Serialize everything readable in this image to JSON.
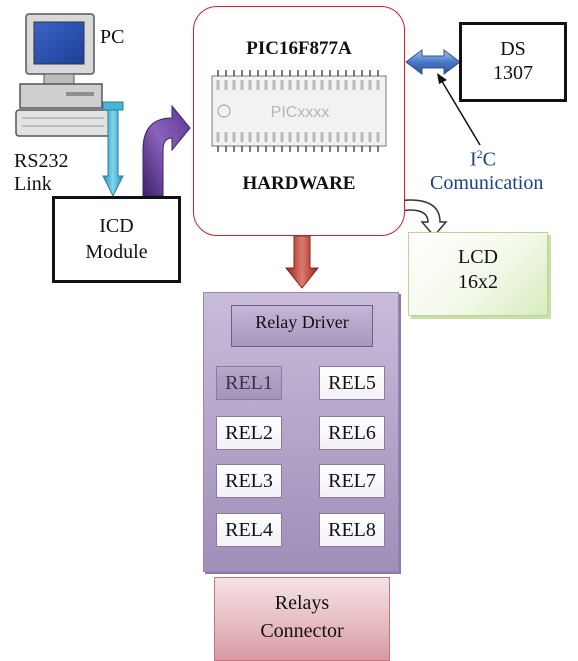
{
  "pc": {
    "label": "PC"
  },
  "link": {
    "line1": "RS232",
    "line2": "Link"
  },
  "mcu": {
    "title": "PIC16F877A",
    "subtitle": "HARDWARE",
    "chip_label": "PICxxxx"
  },
  "rtc": {
    "line1": "DS",
    "line2": "1307"
  },
  "i2c": {
    "prefix": "I",
    "sup": "2",
    "suffix": "C",
    "line2": "Comunication"
  },
  "icd": {
    "line1": "ICD",
    "line2": "Module"
  },
  "lcd": {
    "line1": "LCD",
    "line2": "16x2"
  },
  "driver": {
    "label": "Relay Driver"
  },
  "relays": [
    {
      "label": "REL1"
    },
    {
      "label": "REL5"
    },
    {
      "label": "REL2"
    },
    {
      "label": "REL6"
    },
    {
      "label": "REL3"
    },
    {
      "label": "REL7"
    },
    {
      "label": "REL4"
    },
    {
      "label": "REL8"
    }
  ],
  "connector": {
    "line1": "Relays",
    "line2": "Connector"
  },
  "colors": {
    "mcu_border": "#d21f2a",
    "i2c_arrow": "#4a78c8",
    "usb_cable": "#45b6d6",
    "purple_arrow": "#6a3f9a",
    "red_arrow": "#c0392b",
    "i2c_text": "#1f3f8a"
  }
}
